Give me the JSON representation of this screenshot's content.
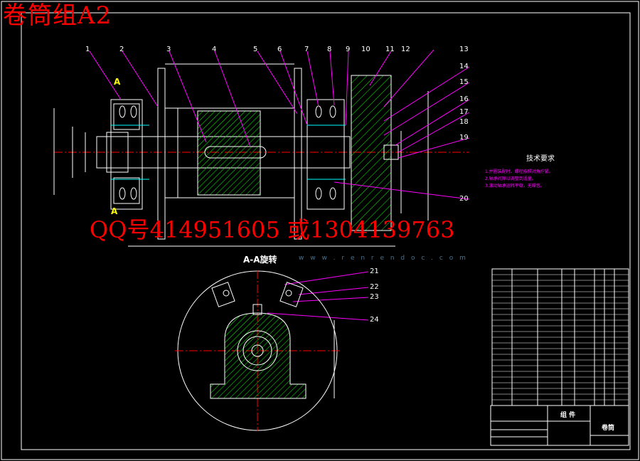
{
  "title": "卷筒组A2",
  "contact": "QQ号414951605 或1304139763",
  "section_title": "A-A旋转",
  "tech_requirements": {
    "title": "技术要求",
    "lines": [
      "1.并圈装配时，螺栓按照对角拧紧。",
      "2.轴承间隙以调整到适量。",
      "3.滚动轴承运转平稳，无噪音。"
    ]
  },
  "balloons": [
    "1",
    "2",
    "3",
    "4",
    "5",
    "6",
    "7",
    "8",
    "9",
    "10",
    "11",
    "12",
    "13",
    "14",
    "15",
    "16",
    "17",
    "18",
    "19",
    "20",
    "21",
    "22",
    "23",
    "24"
  ],
  "section_marker": "A",
  "watermark": "w w w . r e n r e n d o c . c o m",
  "title_block": {
    "drawing_name": "卷筒",
    "assembly_label": "组 件"
  },
  "colors": {
    "background": "#000000",
    "line": "#ffffff",
    "balloon": "#ff00ff",
    "hatch": "#00ff00",
    "center": "#ff0000",
    "accent": "#ffff00",
    "cyan": "#00ffff"
  }
}
